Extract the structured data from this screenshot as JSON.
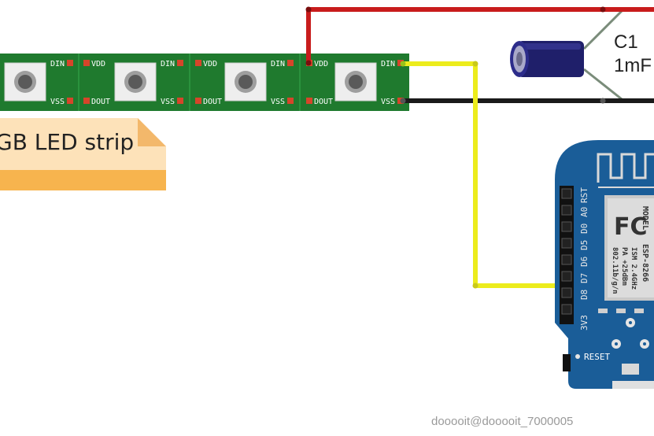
{
  "strip": {
    "label": "GB LED strip",
    "pin_din": "DIN",
    "pin_vdd": "VDD",
    "pin_vss": "VSS",
    "pin_dout": "DOUT"
  },
  "capacitor": {
    "name": "C1",
    "value": "1mF"
  },
  "board": {
    "pins": [
      "RST",
      "A0",
      "D0",
      "D5",
      "D6",
      "D7",
      "D8",
      "3V3"
    ],
    "reset_label": "RESET",
    "module": {
      "model": "MODEL",
      "chip": "ESP-8266",
      "ism": "ISM 2.4GHz",
      "pa": "PA +25dBm",
      "wifi": "802.11b/g/n",
      "fc": "FC"
    }
  },
  "watermark": "dooooit@dooooit_7000005",
  "colors": {
    "pcb": "#1f7a2e",
    "board": "#1a5d98",
    "power_wire": "#c81c1c",
    "ground_wire": "#1a1a1a",
    "data_wire": "#ecec1c"
  }
}
